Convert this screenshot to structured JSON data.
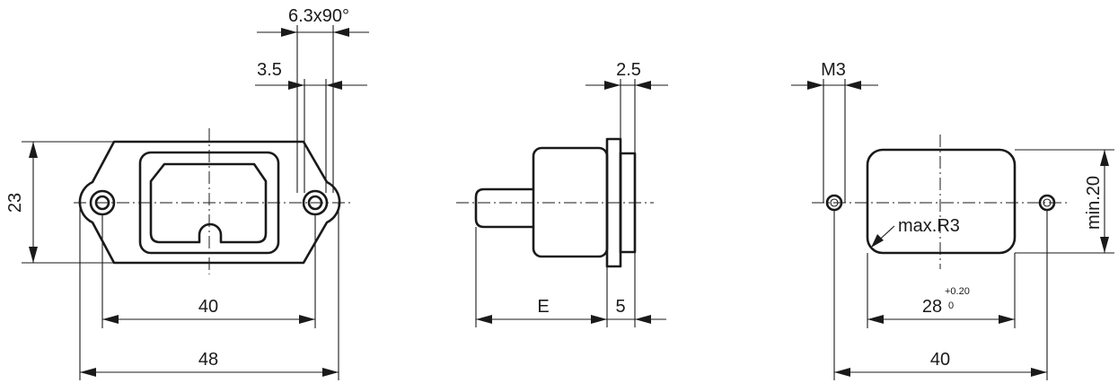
{
  "views": {
    "front": {
      "height_label": "23",
      "hole_spacing_label": "40",
      "overall_width_label": "48",
      "tab_label": "6.3x90°",
      "tab_offset_label": "3.5"
    },
    "side": {
      "flange_label": "2.5",
      "length_label": "E",
      "flange_depth_label": "5"
    },
    "cutout": {
      "thread_label": "M3",
      "radius_label": "max.R3",
      "min_height_label": "min.20",
      "width_label": "28",
      "tol_upper": "+0.20",
      "tol_lower": "0",
      "hole_spacing_label": "40"
    }
  }
}
